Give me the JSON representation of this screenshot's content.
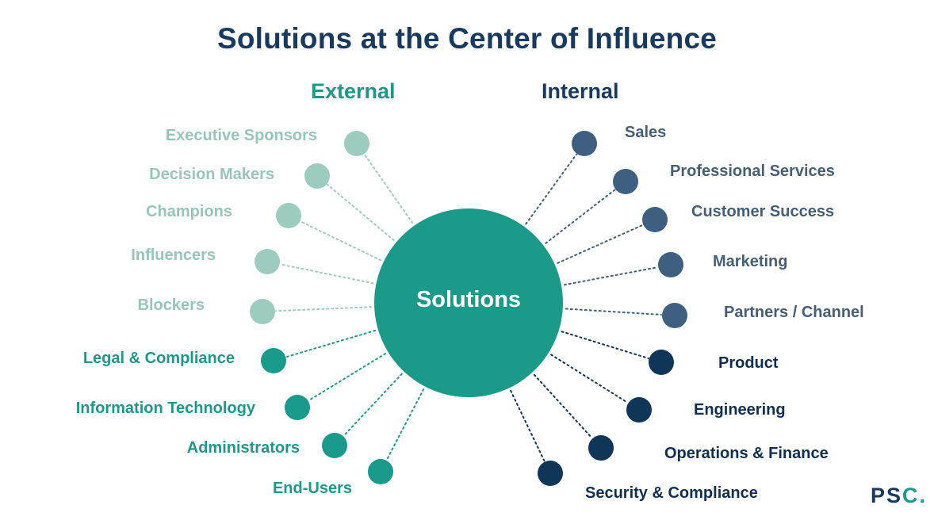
{
  "title": "Solutions at the Center of Influence",
  "external_heading": "External",
  "internal_heading": "Internal",
  "center_label": "Solutions",
  "logo": {
    "p": "P",
    "s": "S",
    "c": "C",
    "dot": "."
  },
  "colors": {
    "external_light": "#9ccbc0",
    "external_light_text": "#96c6ba",
    "external_dark": "#1a9a8a",
    "internal_mid": "#3f5f80",
    "internal_mid_text": "#435f78",
    "internal_dark": "#0f3558",
    "internal_dark_text": "#0f2f52",
    "center": "#1b9a8a",
    "title": "#173a5e"
  },
  "external_items": [
    {
      "label": "Executive Sponsors",
      "tone": "light"
    },
    {
      "label": "Decision Makers",
      "tone": "light"
    },
    {
      "label": "Champions",
      "tone": "light"
    },
    {
      "label": "Influencers",
      "tone": "light"
    },
    {
      "label": "Blockers",
      "tone": "light"
    },
    {
      "label": "Legal & Compliance",
      "tone": "dark"
    },
    {
      "label": "Information Technology",
      "tone": "dark"
    },
    {
      "label": "Administrators",
      "tone": "dark"
    },
    {
      "label": "End-Users",
      "tone": "dark"
    }
  ],
  "internal_items": [
    {
      "label": "Sales",
      "tone": "mid"
    },
    {
      "label": "Professional Services",
      "tone": "mid"
    },
    {
      "label": "Customer Success",
      "tone": "mid"
    },
    {
      "label": "Marketing",
      "tone": "mid"
    },
    {
      "label": "Partners / Channel",
      "tone": "mid"
    },
    {
      "label": "Product",
      "tone": "dark"
    },
    {
      "label": "Engineering",
      "tone": "dark"
    },
    {
      "label": "Operations & Finance",
      "tone": "dark"
    },
    {
      "label": "Security & Compliance",
      "tone": "dark"
    }
  ]
}
